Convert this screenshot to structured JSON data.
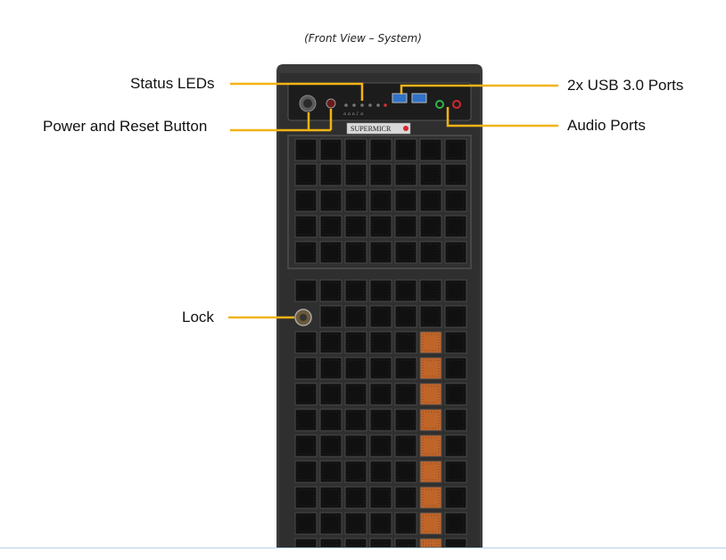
{
  "figure": {
    "caption": "(Front View – System)",
    "brand_text": "SUPERMICR",
    "callouts": {
      "status_leds": "Status LEDs",
      "power_reset": "Power and Reset Button",
      "usb_ports": "2x USB 3.0 Ports",
      "audio_ports": "Audio Ports",
      "lock": "Lock"
    },
    "colors": {
      "leader_line": "#f3b316",
      "chassis": "#2d2d2d",
      "grille": "#101010",
      "usb_blue": "#2f72c8",
      "audio_green": "#35b24a",
      "audio_red": "#d7262e",
      "fan_orange": "#c0652a"
    }
  }
}
